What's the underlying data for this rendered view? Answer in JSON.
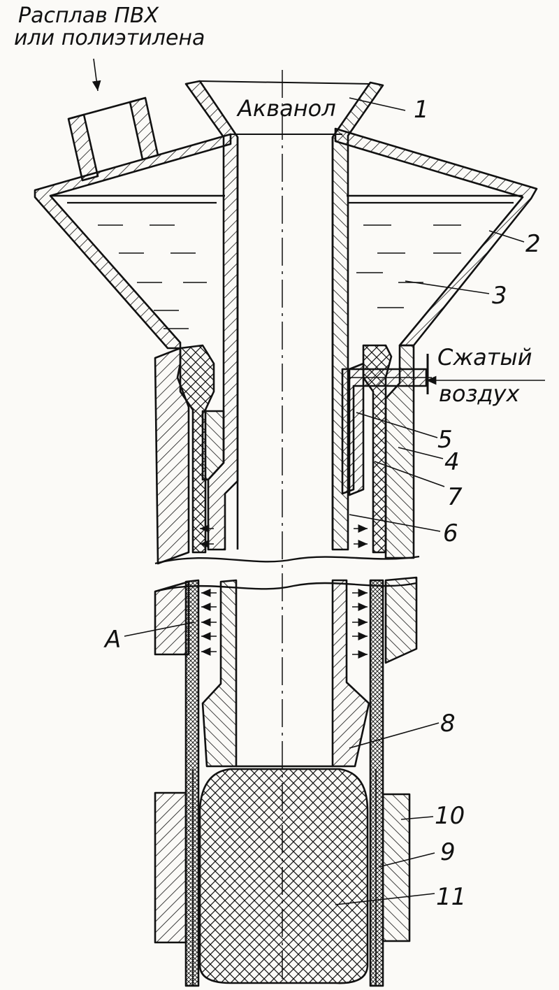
{
  "labels": {
    "inlet": [
      "Расплав ПВХ",
      "или полиэтилена"
    ],
    "center": "Акванол",
    "air": [
      "Сжатый",
      "воздух"
    ],
    "n1": "1",
    "n2": "2",
    "n3": "3",
    "n4": "4",
    "n5": "5",
    "n6": "6",
    "n7": "7",
    "n8": "8",
    "n9": "9",
    "n10": "10",
    "n11": "11",
    "a": "A"
  },
  "colors": {
    "ink": "#111111",
    "paper": "#fbfaf7"
  }
}
